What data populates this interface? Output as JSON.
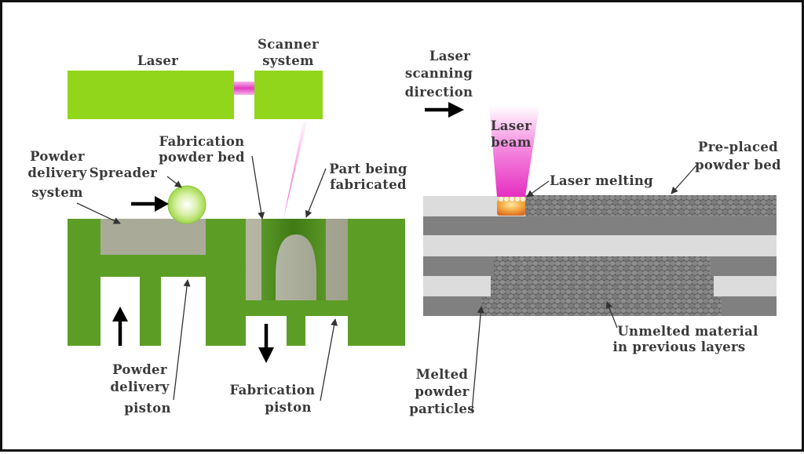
{
  "colors": {
    "machine_green": "#5c9e25",
    "laser_green": "#92d61b",
    "dark_green": "#4a8a18",
    "powder_gray": "#a9ab98",
    "beam_pink": "#ee44c4",
    "layer_dark": "#808080",
    "layer_light": "#dcdcdc",
    "text": "#3a3a3a",
    "border": "#111111"
  },
  "labels": {
    "laser": "Laser",
    "scanner_1": "Scanner",
    "scanner_2": "system",
    "fab_bed_1": "Fabrication",
    "fab_bed_2": "powder bed",
    "powder_delivery_1": "Powder",
    "powder_delivery_2": "delivery",
    "powder_delivery_3": "system",
    "spreader": "Spreader",
    "part_1": "Part being",
    "part_2": "fabricated",
    "delivery_piston_1": "Powder",
    "delivery_piston_2": "delivery",
    "delivery_piston_3": "piston",
    "fab_piston_1": "Fabrication",
    "fab_piston_2": "piston",
    "scan_dir_1": "Laser",
    "scan_dir_2": "scanning",
    "scan_dir_3": "direction",
    "laser_beam_1": "Laser",
    "laser_beam_2": "beam",
    "laser_melting": "Laser melting",
    "preplaced_1": "Pre-placed",
    "preplaced_2": "powder bed",
    "unmelted_1": "Unmelted material",
    "unmelted_2": "in previous layers",
    "melted_1": "Melted",
    "melted_2": "powder",
    "melted_3": "particles"
  },
  "icons": [
    "arrow-up-icon",
    "arrow-down-icon",
    "arrow-right-icon"
  ]
}
